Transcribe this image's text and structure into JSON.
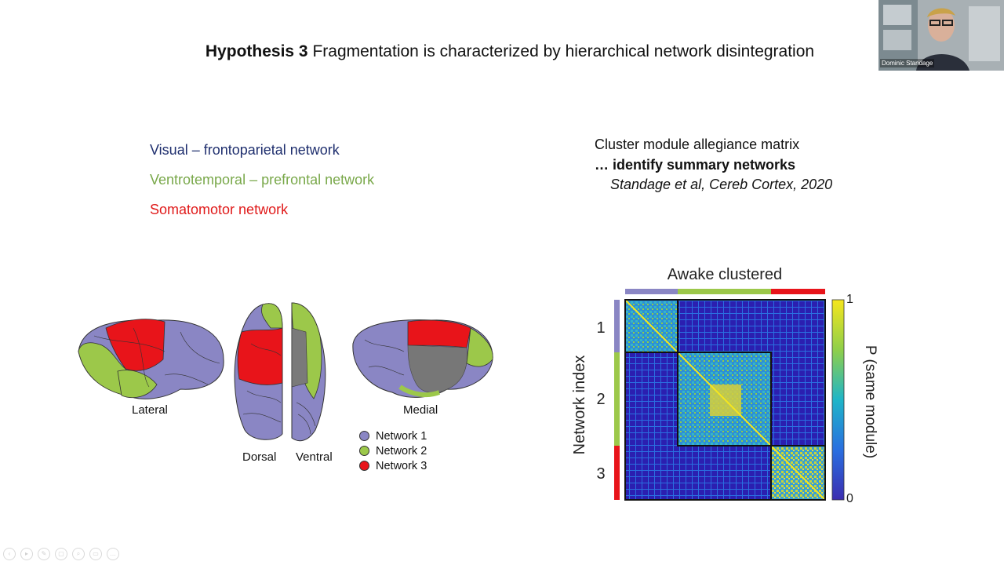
{
  "slide": {
    "title_bold": "Hypothesis 3",
    "title_rest": " Fragmentation is characterized by hierarchical network disintegration",
    "networks": [
      {
        "label": "Visual – frontoparietal network",
        "color": "#1f2f6e"
      },
      {
        "label": "Ventrotemporal – prefrontal network",
        "color": "#79a84a"
      },
      {
        "label": "Somatomotor network",
        "color": "#e01a1a"
      }
    ],
    "reference": {
      "line1": "Cluster module allegiance matrix",
      "line2": "… identify summary networks",
      "line3": "Standage et al, Cereb Cortex, 2020"
    }
  },
  "brain_figure": {
    "views": {
      "lateral": "Lateral",
      "medial": "Medial",
      "dorsal": "Dorsal",
      "ventral": "Ventral"
    },
    "legend": [
      {
        "label": "Network 1",
        "color": "#8a86c4"
      },
      {
        "label": "Network 2",
        "color": "#9cc84a"
      },
      {
        "label": "Network 3",
        "color": "#e8141a"
      }
    ]
  },
  "matrix_figure": {
    "title": "Awake clustered",
    "ylabel": "Network index",
    "colorbar_label": "P (same module)",
    "colorbar_max": "1",
    "colorbar_min": "0",
    "row_labels": [
      "1",
      "2",
      "3"
    ],
    "group_colors": [
      "#8a86c4",
      "#9cc84a",
      "#e8141a"
    ]
  },
  "video": {
    "participant_name": "Dominic Standage"
  },
  "controls": {
    "icons": [
      "prev-icon",
      "play-icon",
      "pen-icon",
      "copy-icon",
      "zoom-icon",
      "screen-icon",
      "more-icon"
    ]
  }
}
